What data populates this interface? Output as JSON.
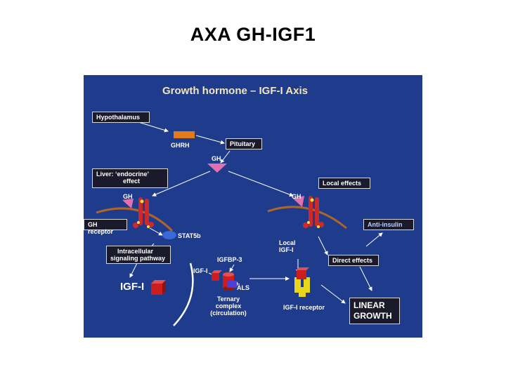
{
  "page": {
    "title": "AXA GH-IGF1"
  },
  "slide": {
    "title": "Growth hormone – IGF-I Axis",
    "hypothalamus": "Hypothalamus",
    "ghrh": "GHRH",
    "pituitary": "Pituitary",
    "gh_top": "GH",
    "liver_line1": "Liver:  ‘endocrine’",
    "liver_line2": "effect",
    "gh_left": "GH",
    "gh_right": "GH",
    "gh_receptor": "GH receptor",
    "stat5b": "STAT5b",
    "intracellular_line1": "Intracellular",
    "intracellular_line2": "signaling pathway",
    "local_effects": "Local effects",
    "anti_insulin": "Anti-insulin",
    "local_igf_line1": "Local",
    "local_igf_line2": "IGF-I",
    "igfbp3": "IGFBP-3",
    "igf1_small": "IGF-I",
    "direct_effects": "Direct effects",
    "igf1_big": "IGF-I",
    "als": "ALS",
    "ternary_line1": "Ternary",
    "ternary_line2": "complex",
    "ternary_line3": "(circulation)",
    "igf1_receptor": "IGF-I receptor",
    "linear_line1": "LINEAR",
    "linear_line2": "GROWTH"
  },
  "colors": {
    "background": "#1f3c8c",
    "gh_ligand": "#e070b0",
    "receptor": "#cc2a2a",
    "membrane": "#b06428",
    "igf1_cube": "#cc1e1e",
    "igf1_receptor": "#e8d61a",
    "stat5b": "#3a6ad8",
    "anti_insulin_text": "#bcd0ff"
  }
}
